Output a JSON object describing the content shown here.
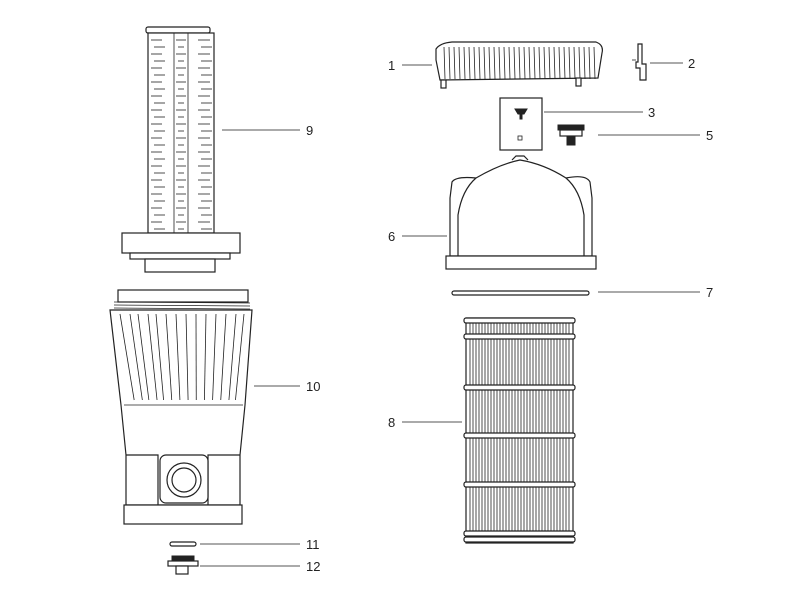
{
  "diagram": {
    "callouts": [
      {
        "id": "1",
        "label": "1"
      },
      {
        "id": "2",
        "label": "2"
      },
      {
        "id": "3",
        "label": "3"
      },
      {
        "id": "5",
        "label": "5"
      },
      {
        "id": "6",
        "label": "6"
      },
      {
        "id": "7",
        "label": "7"
      },
      {
        "id": "8",
        "label": "8"
      },
      {
        "id": "9",
        "label": "9"
      },
      {
        "id": "10",
        "label": "10"
      },
      {
        "id": "11",
        "label": "11"
      },
      {
        "id": "12",
        "label": "12"
      }
    ],
    "colors": {
      "line": "#222222",
      "background": "#ffffff"
    }
  }
}
